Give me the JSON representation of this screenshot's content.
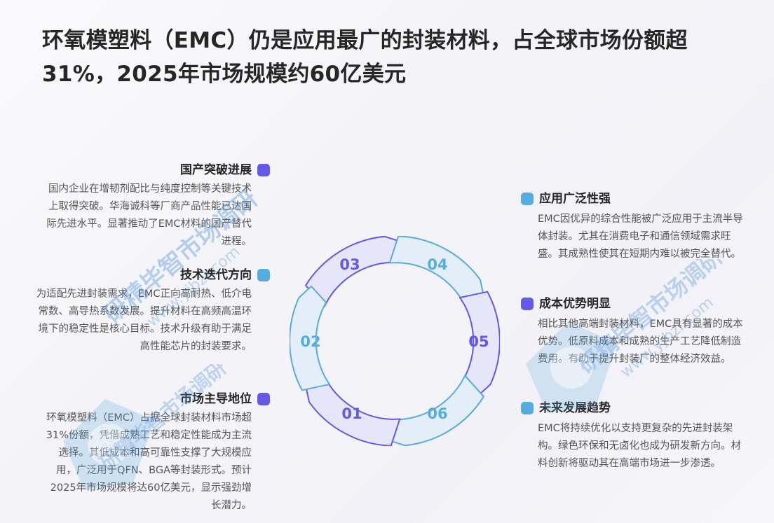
{
  "title": "环氧模塑料（EMC）仍是应用最广的封装材料，占全球市场份额超31%，2025年市场规模约60亿美元",
  "colors": {
    "purple": "#6358e8",
    "blue": "#55ace0",
    "purple_fill": "#e7e5fa",
    "blue_fill": "#e3eef8",
    "title": "#262626",
    "body": "#555555"
  },
  "left_blocks": [
    {
      "heading": "国产突破进展",
      "icon": "purple-square-icon",
      "text": "国内企业在增韧剂配比与纯度控制等关键技术上取得突破。华海诚科等厂商产品性能已达国际先进水平。显著推动了EMC材料的国产替代进程。"
    },
    {
      "heading": "技术迭代方向",
      "icon": "blue-square-icon",
      "text": "为适配先进封装需求，EMC正向高耐热、低介电常数、高导热系数发展。提升材料在高频高温环境下的稳定性是核心目标。技术升级有助于满足高性能芯片的封装要求。"
    },
    {
      "heading": "市场主导地位",
      "icon": "purple-square-icon",
      "text": "环氧模塑料（EMC）占据全球封装材料市场超31%份额，凭借成熟工艺和稳定性能成为主流选择。其低成本和高可靠性支撑了大规模应用，广泛用于QFN、BGA等封装形式。预计2025年市场规模将达60亿美元，显示强劲增长潜力。"
    }
  ],
  "right_blocks": [
    {
      "heading": "应用广泛性强",
      "icon": "blue-square-icon",
      "text": "EMC因优异的综合性能被广泛应用于主流半导体封装。尤其在消费电子和通信领域需求旺盛。其成熟性使其在短期内难以被完全替代。"
    },
    {
      "heading": "成本优势明显",
      "icon": "purple-square-icon",
      "text": "相比其他高端封装材料，EMC具有显著的成本优势。低原料成本和成熟的生产工艺降低制造费用。有助于提升封装厂的整体经济效益。"
    },
    {
      "heading": "未来发展趋势",
      "icon": "blue-square-icon",
      "text": "EMC将持续优化以支持更复杂的先进封装架构。绿色环保和无卤化也成为研发新方向。材料创新将驱动其在高端市场进一步渗透。"
    }
  ],
  "cycle": {
    "segments": [
      {
        "label": "01",
        "color": "purple"
      },
      {
        "label": "02",
        "color": "blue"
      },
      {
        "label": "03",
        "color": "purple"
      },
      {
        "label": "04",
        "color": "blue"
      },
      {
        "label": "05",
        "color": "purple"
      },
      {
        "label": "06",
        "color": "blue"
      }
    ]
  },
  "watermark": {
    "text_cn": "研精毕智市场调研",
    "text_url": "www.yjbzr.com"
  }
}
